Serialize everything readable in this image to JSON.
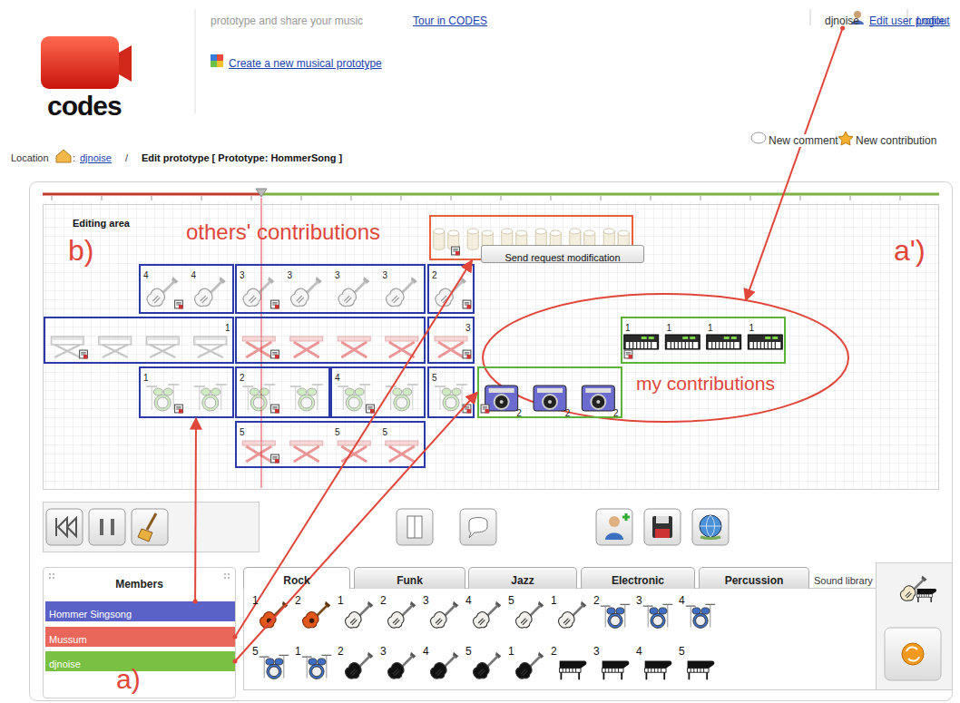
{
  "diagram": {
    "nodes": [
      {
        "text": [
          "djnoise"
        ]
      },
      {
        "text": [
          "Editing area"
        ]
      },
      {
        "text": [],
        "in": 1
      },
      {
        "text": [
          "Send request modification"
        ],
        "in": 2
      },
      {
        "text": [
          "4",
          "4"
        ],
        "in": 1
      },
      {
        "text": [
          "3",
          "3",
          "3",
          "3"
        ],
        "in": 1
      },
      {
        "text": [
          "2"
        ],
        "in": 1
      },
      {
        "text": [
          "1"
        ],
        "in": 1
      },
      {
        "text": [],
        "in": 1
      },
      {
        "text": [
          "3"
        ],
        "in": 1
      },
      {
        "text": [
          "my contributions"
        ],
        "in": 1
      },
      {
        "text": [
          "1",
          "1",
          "1",
          "1"
        ],
        "in": 10
      },
      {
        "text": [
          "1"
        ],
        "in": 1
      },
      {
        "text": [
          "2"
        ],
        "in": 1
      },
      {
        "text": [
          "4"
        ],
        "in": 1
      },
      {
        "text": [
          "5"
        ],
        "in": 1
      },
      {
        "text": [
          "2",
          "2",
          "2"
        ],
        "in": 10
      },
      {
        "text": [
          "5",
          "5",
          "5"
        ],
        "in": 1
      },
      {
        "text": [
          "Members"
        ]
      },
      {
        "text": [
          "Hommer Singsong"
        ],
        "in": 18
      },
      {
        "text": [
          "Mussum"
        ],
        "in": 18
      },
      {
        "text": [
          "djnoise"
        ],
        "in": 18
      },
      {
        "text": [
          "Rock"
        ]
      },
      {
        "text": [
          "Funk"
        ]
      },
      {
        "text": [
          "Jazz"
        ]
      },
      {
        "text": [
          "Electronic"
        ]
      },
      {
        "text": [
          "Percussion"
        ]
      }
    ],
    "edges": [
      {
        "from": 19,
        "to": 12,
        "arrow": "to"
      },
      {
        "from": 20,
        "to": 2,
        "arrow": "to"
      },
      {
        "from": 21,
        "to": 16,
        "arrow": "to"
      },
      {
        "from": 0,
        "to": 10,
        "arrow": "to"
      }
    ],
    "labels": [
      "codes",
      "prototype and share your music",
      "Tour in CODES",
      "Create a new musical prototype",
      "Edit user profile",
      "Logout",
      "Location",
      ":",
      "djnoise",
      "/",
      "Edit prototype [ Prototype: HommerSong ]",
      "New comment",
      "New contribution",
      "others' contributions",
      "b)",
      "a')",
      "a)",
      "Sound library",
      "1",
      "2",
      "1",
      "2",
      "3",
      "4",
      "5",
      "1",
      "2",
      "3",
      "4",
      "5",
      "1",
      "2",
      "3",
      "4",
      "5",
      "1",
      "2",
      "3",
      "4",
      "5"
    ]
  }
}
